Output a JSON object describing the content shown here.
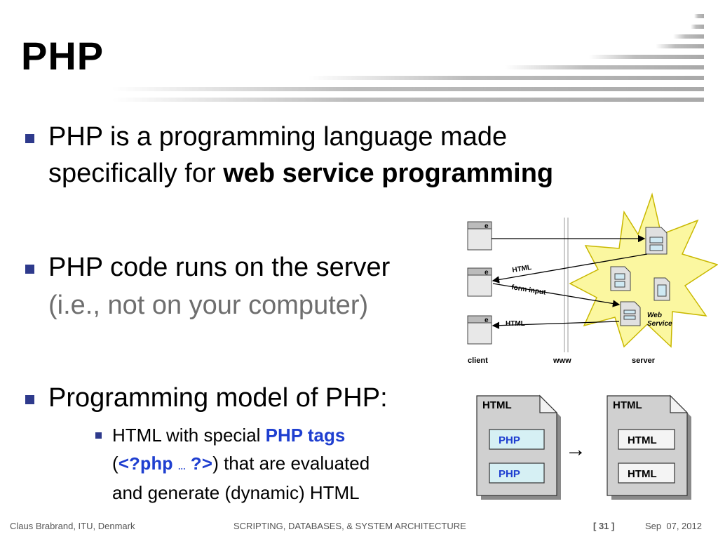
{
  "slide": {
    "title": "PHP",
    "bullets": [
      {
        "line1": "PHP is a programming language made",
        "line2_prefix": "specifically for ",
        "line2_bold": "web service programming"
      },
      {
        "line1": "PHP code runs on the server",
        "line2": "(i.e., not on your computer)"
      },
      {
        "line1": "Programming model of PHP:",
        "sub": {
          "line1_prefix": "HTML with special ",
          "line1_bold": "PHP tags",
          "open_paren": "(",
          "code_open": "<?php",
          "code_ellipsis": "…",
          "code_close": "?>",
          "line2_suffix": ") that are evaluated",
          "line3": "and generate (dynamic) HTML"
        }
      }
    ]
  },
  "diagram_web": {
    "browser_glyph": "e",
    "arrow_labels": [
      "HTML",
      "form input",
      "HTML"
    ],
    "service_label_1": "Web",
    "service_label_2": "Service",
    "col_labels": [
      "client",
      "www",
      "server"
    ]
  },
  "diagram_model": {
    "left_doc": {
      "header": "HTML",
      "boxes": [
        "PHP",
        "PHP"
      ]
    },
    "right_doc": {
      "header": "HTML",
      "boxes": [
        "HTML",
        "HTML"
      ]
    },
    "arrow_glyph": "→"
  },
  "footer": {
    "author": "Claus Brabrand, ITU, Denmark",
    "course": "SCRIPTING, DATABASES, & SYSTEM ARCHITECTURE",
    "page": "[ 31 ]",
    "date": "Sep  07, 2012"
  },
  "colors": {
    "bullet": "#2e3a8c",
    "accent_blue": "#1f3fd0",
    "starburst": "#fbf7a0",
    "doc_fill": "#d0d0d0",
    "php_box": "#d6f0f4"
  }
}
